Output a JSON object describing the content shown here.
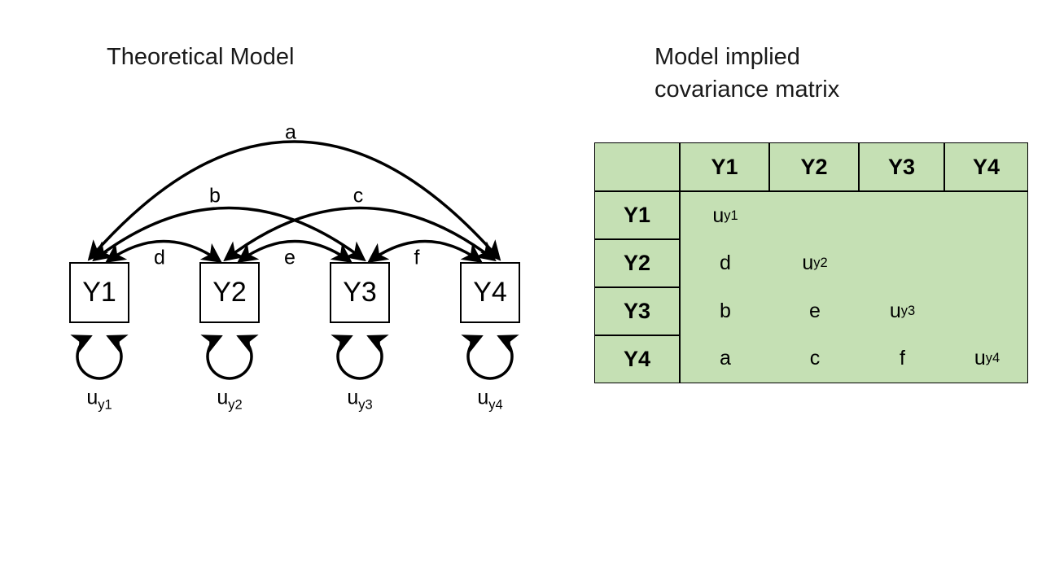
{
  "colors": {
    "background": "#ffffff",
    "table_green": "#c5e0b4",
    "line": "#000000"
  },
  "left": {
    "title": "Theoretical Model",
    "boxes": [
      "Y1",
      "Y2",
      "Y3",
      "Y4"
    ],
    "arrow_labels": {
      "a": "a",
      "b": "b",
      "c": "c",
      "d": "d",
      "e": "e",
      "f": "f"
    },
    "residuals": [
      {
        "base": "u",
        "sub": "y1"
      },
      {
        "base": "u",
        "sub": "y2"
      },
      {
        "base": "u",
        "sub": "y3"
      },
      {
        "base": "u",
        "sub": "y4"
      }
    ]
  },
  "right": {
    "title_line1": "Model implied",
    "title_line2": "covariance matrix",
    "table": {
      "corner": "",
      "col_headers": [
        "Y1",
        "Y2",
        "Y3",
        "Y4"
      ],
      "row_headers": [
        "Y1",
        "Y2",
        "Y3",
        "Y4"
      ],
      "cells": {
        "r1c1": {
          "base": "u",
          "sub": "y1"
        },
        "r2c1": "d",
        "r2c2": {
          "base": "u",
          "sub": "y2"
        },
        "r3c1": "b",
        "r3c2": "e",
        "r3c3": {
          "base": "u",
          "sub": "y3"
        },
        "r4c1": "a",
        "r4c2": "c",
        "r4c3": "f",
        "r4c4": {
          "base": "u",
          "sub": "y4"
        }
      }
    }
  }
}
